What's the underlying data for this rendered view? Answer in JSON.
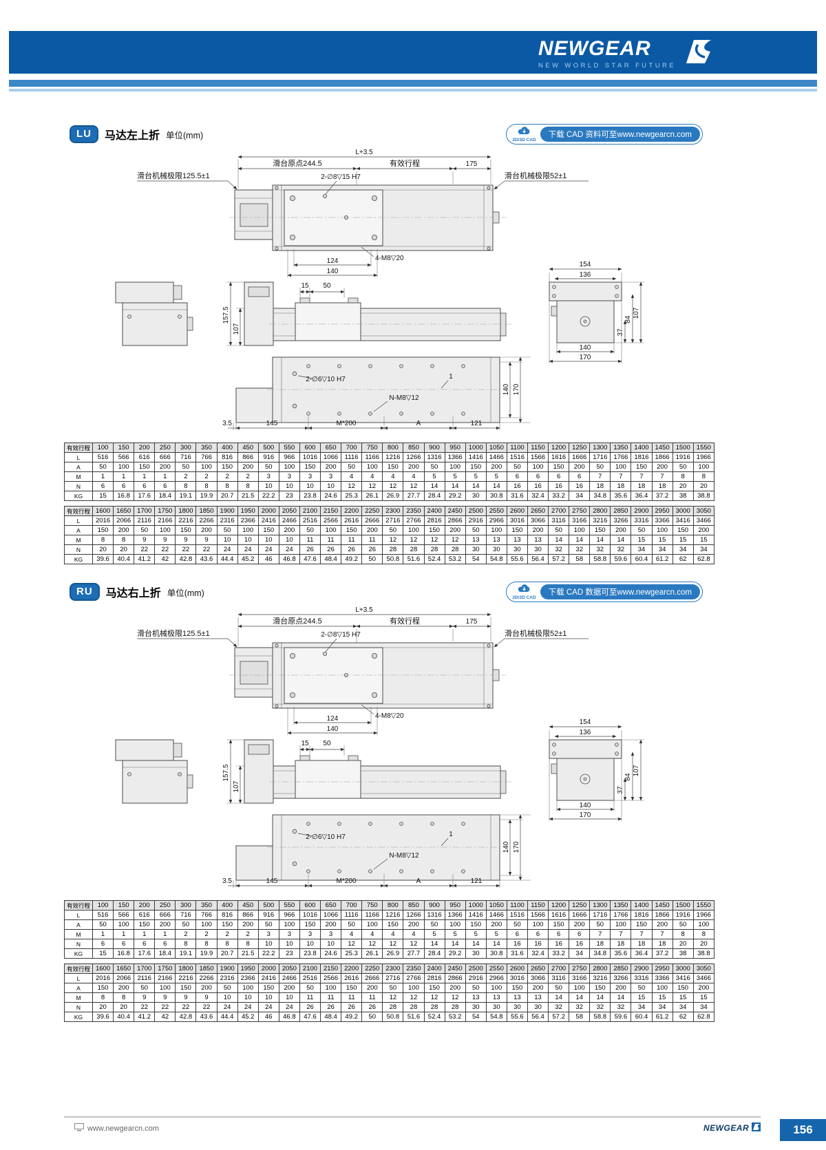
{
  "header": {
    "brand": "NEWGEAR",
    "tagline": "NEW WORLD STAR FUTURE"
  },
  "footer": {
    "url": "www.newgearcn.com",
    "brand": "NEWGEAR",
    "page": "156"
  },
  "sections": [
    {
      "badge": "LU",
      "title": "马达左上折",
      "unit": "单位(mm)",
      "cad_icon": "2D/3D CAD",
      "cad_text": "下载 CAD 资料可至www.newgearcn.com"
    },
    {
      "badge": "RU",
      "title": "马达右上折",
      "unit": "单位(mm)",
      "cad_icon": "2D/3D CAD",
      "cad_text": "下载 CAD 数据可至www.newgearcn.com"
    }
  ],
  "drawing": {
    "dim_l": "L+3.5",
    "origin": "滑台原点244.5",
    "stroke_label": "有效行程",
    "d175": "175",
    "limit_left": "滑台机械极限125.5±1",
    "limit_right": "滑台机械极限52±1",
    "holes_top": "2-∅8▽15 H7",
    "holes_m8": "4-M8▽20",
    "d124": "124",
    "d140": "140",
    "d154": "154",
    "d136": "136",
    "d157_5": "157.5",
    "d107": "107",
    "d15": "15",
    "d50": "50",
    "d84": "84",
    "d37": "37",
    "d170": "170",
    "holes_dowel": "2-∅6▽10 H7",
    "holes_n": "N-M8▽12",
    "d1": "1",
    "d3_5": "3.5",
    "d145": "145",
    "m200": "M*200",
    "a_label": "A",
    "d121": "121"
  },
  "stroke_tables": [
    {
      "rows": [
        {
          "label": "有效行程",
          "values": [
            "100",
            "150",
            "200",
            "250",
            "300",
            "350",
            "400",
            "450",
            "500",
            "550",
            "600",
            "650",
            "700",
            "750",
            "800",
            "850",
            "900",
            "950",
            "1000",
            "1050",
            "1100",
            "1150",
            "1200",
            "1250",
            "1300",
            "1350",
            "1400",
            "1450",
            "1500",
            "1550"
          ]
        },
        {
          "label": "L",
          "values": [
            "516",
            "566",
            "616",
            "666",
            "716",
            "766",
            "816",
            "866",
            "916",
            "966",
            "1016",
            "1066",
            "1116",
            "1166",
            "1216",
            "1266",
            "1316",
            "1366",
            "1416",
            "1466",
            "1516",
            "1566",
            "1616",
            "1666",
            "1716",
            "1766",
            "1816",
            "1866",
            "1916",
            "1966"
          ]
        },
        {
          "label": "A",
          "values": [
            "50",
            "100",
            "150",
            "200",
            "50",
            "100",
            "150",
            "200",
            "50",
            "100",
            "150",
            "200",
            "50",
            "100",
            "150",
            "200",
            "50",
            "100",
            "150",
            "200",
            "50",
            "100",
            "150",
            "200",
            "50",
            "100",
            "150",
            "200",
            "50",
            "100"
          ]
        },
        {
          "label": "M",
          "values": [
            "1",
            "1",
            "1",
            "1",
            "2",
            "2",
            "2",
            "2",
            "3",
            "3",
            "3",
            "3",
            "4",
            "4",
            "4",
            "4",
            "5",
            "5",
            "5",
            "5",
            "6",
            "6",
            "6",
            "6",
            "7",
            "7",
            "7",
            "7",
            "8",
            "8"
          ]
        },
        {
          "label": "N",
          "values": [
            "6",
            "6",
            "6",
            "6",
            "8",
            "8",
            "8",
            "8",
            "10",
            "10",
            "10",
            "10",
            "12",
            "12",
            "12",
            "12",
            "14",
            "14",
            "14",
            "14",
            "16",
            "16",
            "16",
            "16",
            "18",
            "18",
            "18",
            "18",
            "20",
            "20"
          ]
        },
        {
          "label": "KG",
          "values": [
            "15",
            "16.8",
            "17.6",
            "18.4",
            "19.1",
            "19.9",
            "20.7",
            "21.5",
            "22.2",
            "23",
            "23.8",
            "24.6",
            "25.3",
            "26.1",
            "26.9",
            "27.7",
            "28.4",
            "29.2",
            "30",
            "30.8",
            "31.6",
            "32.4",
            "33.2",
            "34",
            "34.8",
            "35.6",
            "36.4",
            "37.2",
            "38",
            "38.8"
          ]
        }
      ]
    },
    {
      "rows": [
        {
          "label": "有效行程",
          "values": [
            "1600",
            "1650",
            "1700",
            "1750",
            "1800",
            "1850",
            "1900",
            "1950",
            "2000",
            "2050",
            "2100",
            "2150",
            "2200",
            "2250",
            "2300",
            "2350",
            "2400",
            "2450",
            "2500",
            "2550",
            "2600",
            "2650",
            "2700",
            "2750",
            "2800",
            "2850",
            "2900",
            "2950",
            "3000",
            "3050"
          ]
        },
        {
          "label": "L",
          "values": [
            "2016",
            "2066",
            "2116",
            "2166",
            "2216",
            "2266",
            "2316",
            "2366",
            "2416",
            "2466",
            "2516",
            "2566",
            "2616",
            "2666",
            "2716",
            "2766",
            "2816",
            "2866",
            "2916",
            "2966",
            "3016",
            "3066",
            "3116",
            "3166",
            "3216",
            "3266",
            "3316",
            "3366",
            "3416",
            "3466"
          ]
        },
        {
          "label": "A",
          "values": [
            "150",
            "200",
            "50",
            "100",
            "150",
            "200",
            "50",
            "100",
            "150",
            "200",
            "50",
            "100",
            "150",
            "200",
            "50",
            "100",
            "150",
            "200",
            "50",
            "100",
            "150",
            "200",
            "50",
            "100",
            "150",
            "200",
            "50",
            "100",
            "150",
            "200"
          ]
        },
        {
          "label": "M",
          "values": [
            "8",
            "8",
            "9",
            "9",
            "9",
            "9",
            "10",
            "10",
            "10",
            "10",
            "11",
            "11",
            "11",
            "11",
            "12",
            "12",
            "12",
            "12",
            "13",
            "13",
            "13",
            "13",
            "14",
            "14",
            "14",
            "14",
            "15",
            "15",
            "15",
            "15"
          ]
        },
        {
          "label": "N",
          "values": [
            "20",
            "20",
            "22",
            "22",
            "22",
            "22",
            "24",
            "24",
            "24",
            "24",
            "26",
            "26",
            "26",
            "26",
            "28",
            "28",
            "28",
            "28",
            "30",
            "30",
            "30",
            "30",
            "32",
            "32",
            "32",
            "32",
            "34",
            "34",
            "34",
            "34"
          ]
        },
        {
          "label": "KG",
          "values": [
            "39.6",
            "40.4",
            "41.2",
            "42",
            "42.8",
            "43.6",
            "44.4",
            "45.2",
            "46",
            "46.8",
            "47.6",
            "48.4",
            "49.2",
            "50",
            "50.8",
            "51.6",
            "52.4",
            "53.2",
            "54",
            "54.8",
            "55.6",
            "56.4",
            "57.2",
            "58",
            "58.8",
            "59.6",
            "60.4",
            "61.2",
            "62",
            "62.8"
          ]
        }
      ]
    }
  ]
}
